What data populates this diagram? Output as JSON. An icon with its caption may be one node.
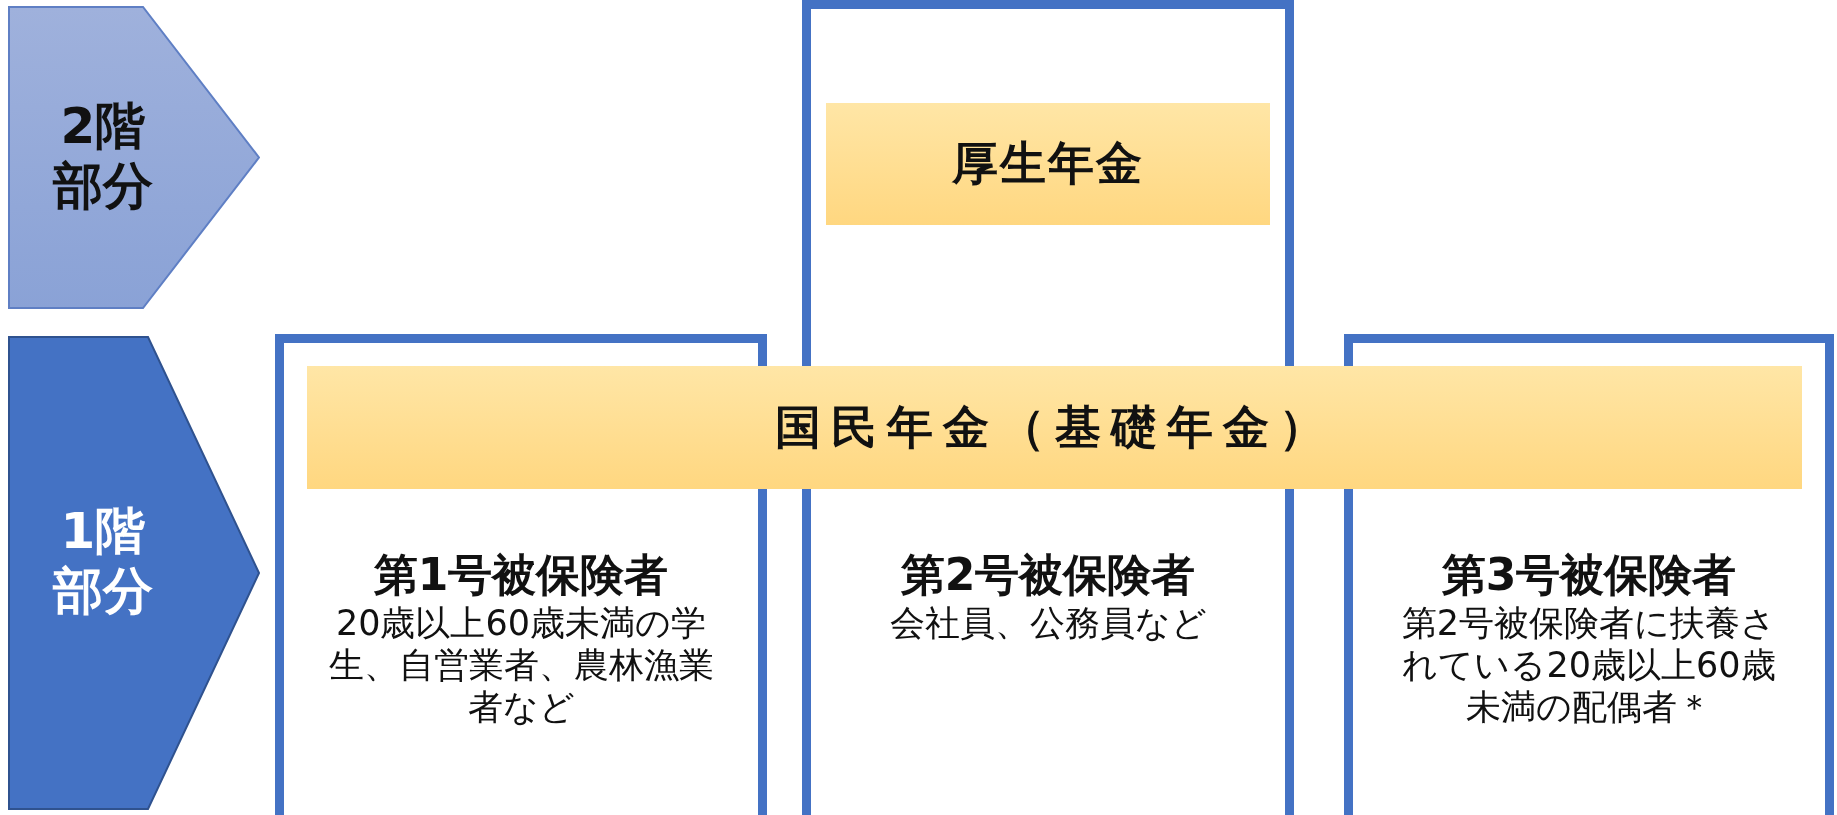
{
  "diagram": {
    "nodes": [
      {
        "text": [
          "2階部分"
        ]
      },
      {
        "text": [
          "1階部分"
        ]
      },
      {
        "text": [
          "第1号被保険者",
          "20歳以上60歳未満の学生、自営業者、農林漁業者など"
        ]
      },
      {
        "text": [
          "第2号被保険者",
          "会社員、公務員など"
        ]
      },
      {
        "text": [
          "厚生年金"
        ],
        "in": 3
      },
      {
        "text": [
          "国民年金（基礎年金）"
        ]
      },
      {
        "text": [
          "第3号被保険者",
          "第2号被保険者に扶養されている20歳以上60歳未満の配偶者＊"
        ]
      }
    ]
  }
}
